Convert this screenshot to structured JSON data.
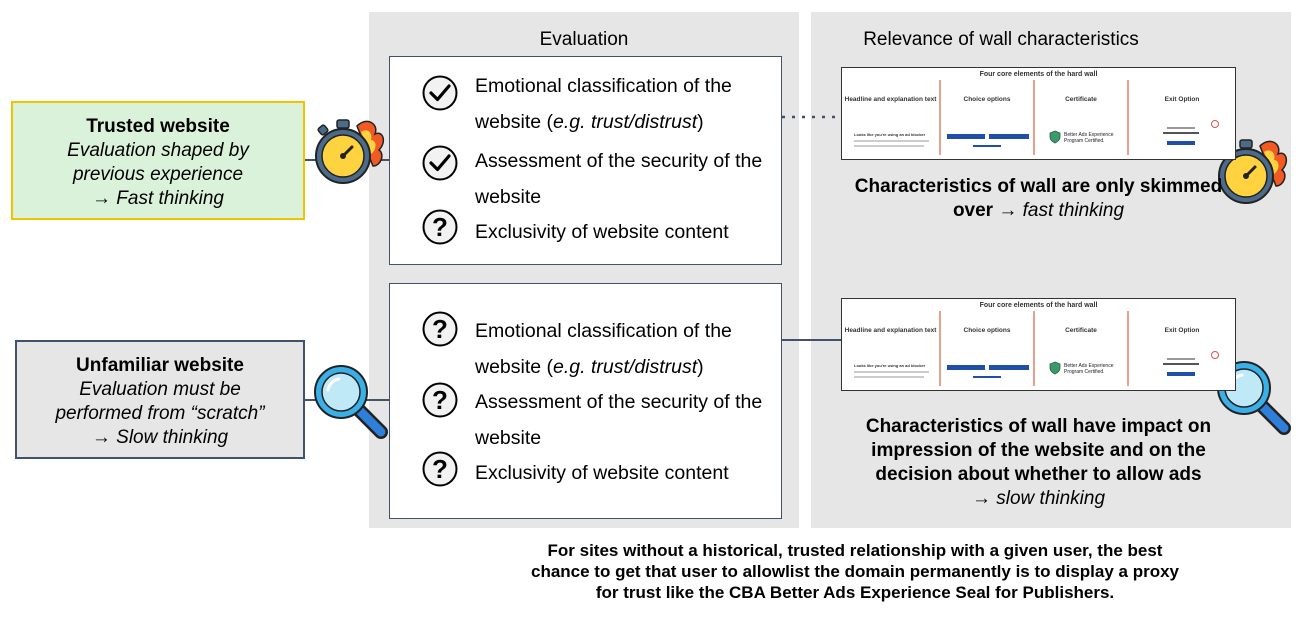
{
  "evaluation": {
    "title": "Evaluation",
    "top_items": [
      {
        "status": "check",
        "lines": [
          "Emotional classification of the",
          "website (e.g. trust/distrust)"
        ]
      },
      {
        "status": "check",
        "lines": [
          "Assessment of the security of the",
          "website"
        ]
      },
      {
        "status": "question",
        "lines": [
          "Exclusivity of website content"
        ]
      }
    ],
    "bottom_items": [
      {
        "status": "question",
        "lines": [
          "Emotional classification of the",
          "website (e.g. trust/distrust)"
        ]
      },
      {
        "status": "question",
        "lines": [
          "Assessment of the security of the",
          "website"
        ]
      },
      {
        "status": "question",
        "lines": [
          "Exclusivity of website content"
        ]
      }
    ]
  },
  "relevance": {
    "title": "Relevance of wall characteristics",
    "wall": {
      "title": "Four core elements of the hard wall",
      "columns": [
        "Headline and explanation text",
        "Choice options",
        "Certificate",
        "Exit Option"
      ],
      "headline_text": "Looks like you're using an ad blocker",
      "cert_text_1": "Better Ads Experience",
      "cert_text_2": "Program Certified."
    },
    "caption_top": {
      "bold": "Characteristics of wall are only skimmed over",
      "arrow": "→",
      "italic": "fast thinking"
    },
    "caption_bottom": {
      "bold_1": "Characteristics of wall have impact on",
      "bold_2": "impression of the website and on the",
      "bold_3": "decision about whether to allow ads",
      "arrow": "→",
      "italic": "slow thinking"
    }
  },
  "trusted": {
    "title": "Trusted website",
    "line1": "Evaluation shaped by",
    "line2": "previous experience",
    "arrow": "→",
    "conclusion": "Fast thinking",
    "bg_color": "#d9f2d9",
    "border_color": "#f2c200"
  },
  "unfamiliar": {
    "title": "Unfamiliar website",
    "line1": "Evaluation must be",
    "line2": "performed from “scratch”",
    "arrow": "→",
    "conclusion": "Slow thinking",
    "bg_color": "#e6e6e6",
    "border_color": "#42526b"
  },
  "footer": {
    "lines": [
      "For sites without a historical, trusted relationship with a given user, the best",
      "chance to get that user to allowlist the domain permanently is to display a proxy",
      "for trust like the CBA Better Ads Experience Seal for Publishers."
    ]
  }
}
